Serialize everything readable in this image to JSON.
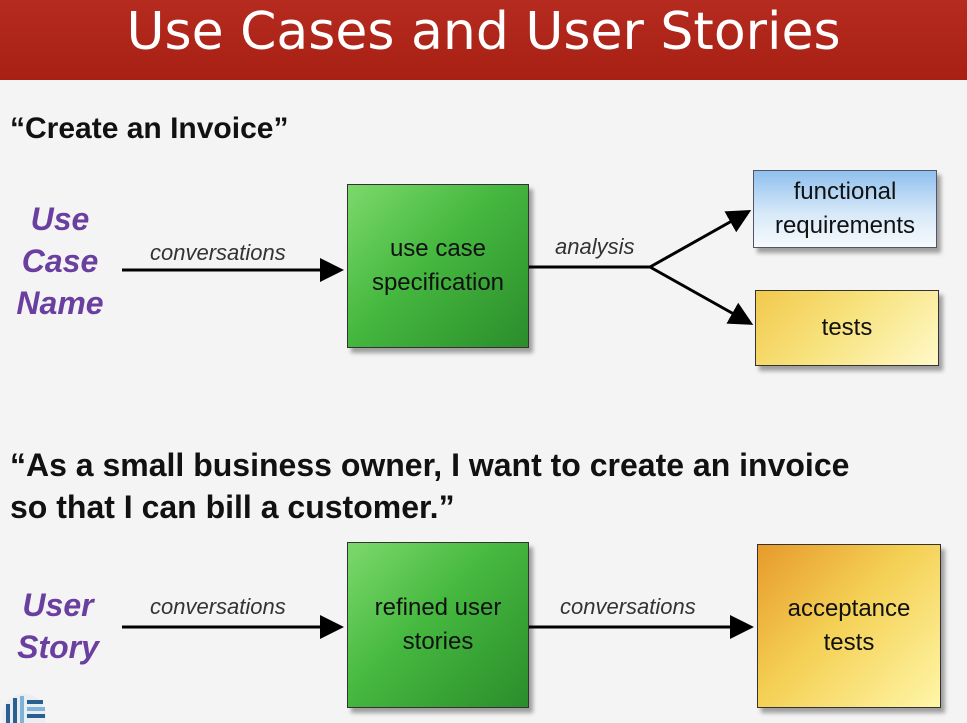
{
  "slide": {
    "title": "Use Cases and User Stories"
  },
  "use_case": {
    "quote": "“Create an Invoice”",
    "side_label_lines": [
      "Use",
      "Case",
      "Name"
    ],
    "edge_conversations": "conversations",
    "spec_box_lines": [
      "use case",
      "specification"
    ],
    "edge_analysis": "analysis",
    "functional_box_lines": [
      "functional",
      "requirements"
    ],
    "tests_box": "tests"
  },
  "user_story": {
    "quote_lines": [
      "“As a small business owner, I want to create an invoice",
      "so that I can bill a customer.”"
    ],
    "side_label_lines": [
      "User",
      "Story"
    ],
    "edge_conversations_1": "conversations",
    "refined_box_lines": [
      "refined user",
      "stories"
    ],
    "edge_conversations_2": "conversations",
    "acceptance_box_lines": [
      "acceptance",
      "tests"
    ]
  },
  "colors": {
    "title_bar": "#a81f14",
    "side_label": "#6a3fa0",
    "green_box": "#45b83f",
    "blue_box": "#8fc0ee",
    "yellow_box": "#f7e27c"
  },
  "icons": [
    "logo-icon"
  ]
}
